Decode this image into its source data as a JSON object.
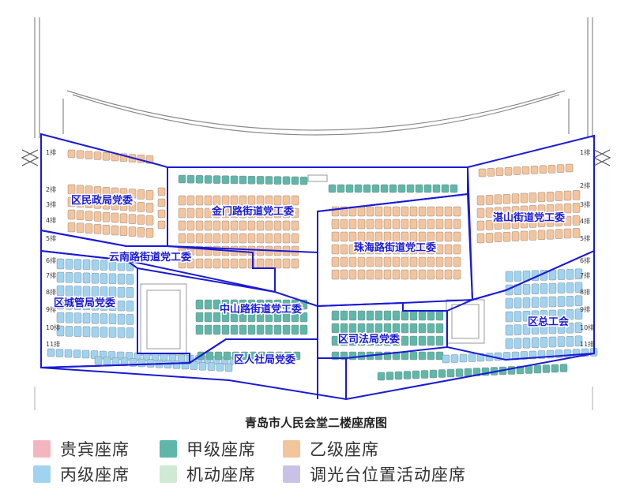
{
  "title": "青岛市人民会堂二楼座席图",
  "colors": {
    "vip": "#f4b6be",
    "grade_a": "#5fb7a9",
    "grade_b": "#f4c49c",
    "grade_c": "#9fd3ef",
    "mobile": "#cfe9d4",
    "dimmer": "#c9c2e6",
    "zone_border": "#1a1ad6",
    "zone_label": "#1a1ad6"
  },
  "rows": {
    "left": [
      "1排",
      "2排",
      "3排",
      "4排",
      "5排",
      "6排",
      "7排",
      "8排",
      "9排",
      "10排",
      "11排"
    ],
    "right": [
      "1排",
      "2排",
      "3排",
      "4排",
      "5排",
      "6排",
      "7排",
      "8排",
      "9排",
      "10排",
      "11排"
    ]
  },
  "zones": [
    {
      "id": "zone-minzheng",
      "label": "区民政局党委"
    },
    {
      "id": "zone-jinmen",
      "label": "金门路街道党工委"
    },
    {
      "id": "zone-zhanshan",
      "label": "湛山街道党工委"
    },
    {
      "id": "zone-zhuhai",
      "label": "珠海路街道党工委"
    },
    {
      "id": "zone-yunnan",
      "label": "云南路街道党工委"
    },
    {
      "id": "zone-chengguan",
      "label": "区城管局党委"
    },
    {
      "id": "zone-zhongshan",
      "label": "中山路街道党工委"
    },
    {
      "id": "zone-sifa",
      "label": "区司法局党委"
    },
    {
      "id": "zone-zonggonghui",
      "label": "区总工会"
    },
    {
      "id": "zone-renshe",
      "label": "区人社局党委"
    }
  ],
  "legend": [
    {
      "label": "贵宾座席",
      "color": "#f4b6be"
    },
    {
      "label": "甲级座席",
      "color": "#5fb7a9"
    },
    {
      "label": "乙级座席",
      "color": "#f4c49c"
    },
    {
      "label": "丙级座席",
      "color": "#9fd3ef"
    },
    {
      "label": "机动座席",
      "color": "#cfe9d4"
    },
    {
      "label": "调光台位置活动座席",
      "color": "#c9c2e6"
    }
  ]
}
